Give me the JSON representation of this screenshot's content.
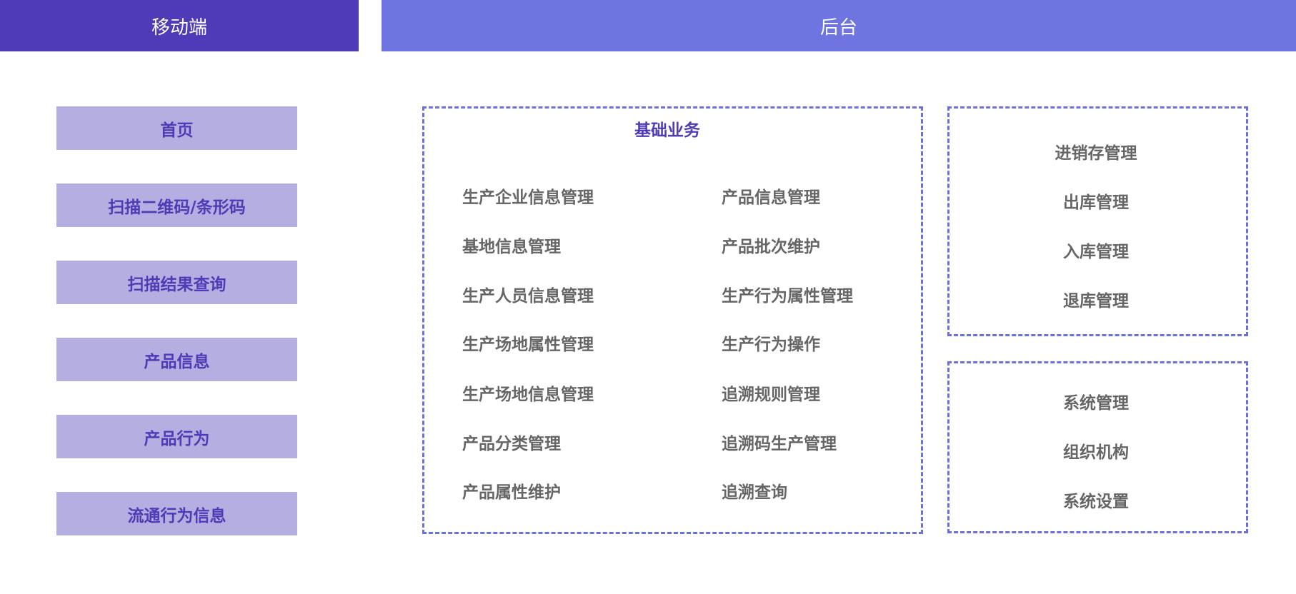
{
  "headers": {
    "mobile": "移动端",
    "backend": "后台"
  },
  "mobile_items": [
    "首页",
    "扫描二维码/条形码",
    "扫描结果查询",
    "产品信息",
    "产品行为",
    "流通行为信息"
  ],
  "basic": {
    "title": "基础业务",
    "left": [
      "生产企业信息管理",
      "基地信息管理",
      "生产人员信息管理",
      "生产场地属性管理",
      "生产场地信息管理",
      "产品分类管理",
      "产品属性维护"
    ],
    "right": [
      "产品信息管理",
      "产品批次维护",
      "生产行为属性管理",
      "生产行为操作",
      "追溯规则管理",
      "追溯码生产管理",
      "追溯查询"
    ]
  },
  "inventory": [
    "进销存管理",
    "出库管理",
    "入库管理",
    "退库管理"
  ],
  "system": [
    "系统管理",
    "组织机构",
    "系统设置"
  ]
}
